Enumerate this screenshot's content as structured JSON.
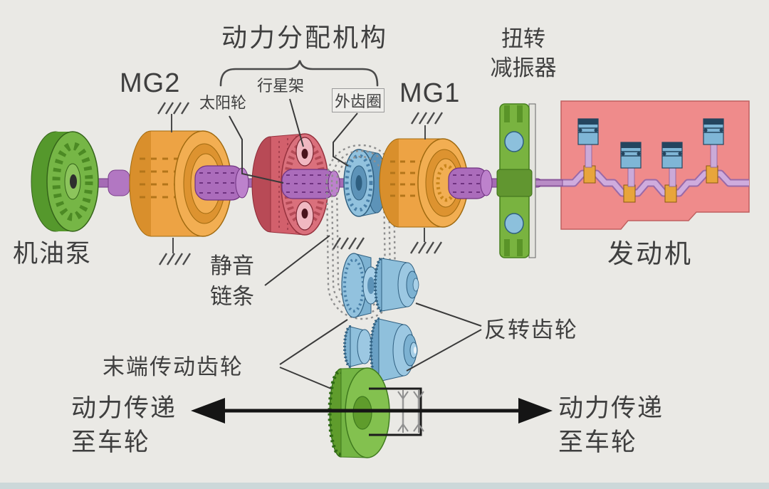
{
  "labels": {
    "power_split": "动力分配机构",
    "sun_gear": "太阳轮",
    "planet_carrier": "行星架",
    "ring_gear": "外齿圈",
    "mg2": "MG2",
    "mg1": "MG1",
    "torsion_damper_l1": "扭转",
    "torsion_damper_l2": "减振器",
    "oil_pump": "机油泵",
    "silent_chain_l1": "静音",
    "silent_chain_l2": "链条",
    "final_drive_gear": "末端传动齿轮",
    "counter_gear": "反转齿轮",
    "engine": "发动机",
    "power_left_l1": "动力传递",
    "power_left_l2": "至车轮",
    "power_right_l1": "动力传递",
    "power_right_l2": "至车轮"
  },
  "colors": {
    "background": "#eae9e5",
    "motor_orange": "#eda344",
    "planetary_red": "#d2606c",
    "gear_blue": "#8fc0dc",
    "pump_green": "#76b646",
    "final_gear_green": "#83c14f",
    "damper_green": "#79b340",
    "shaft_purple": "#ab6cbb",
    "engine_pink": "#ef8b8b",
    "piston_blue": "#7fb6d6",
    "crank_lavender": "#c9a4d8",
    "text": "#3f3f3f",
    "arrow_black": "#151515"
  }
}
